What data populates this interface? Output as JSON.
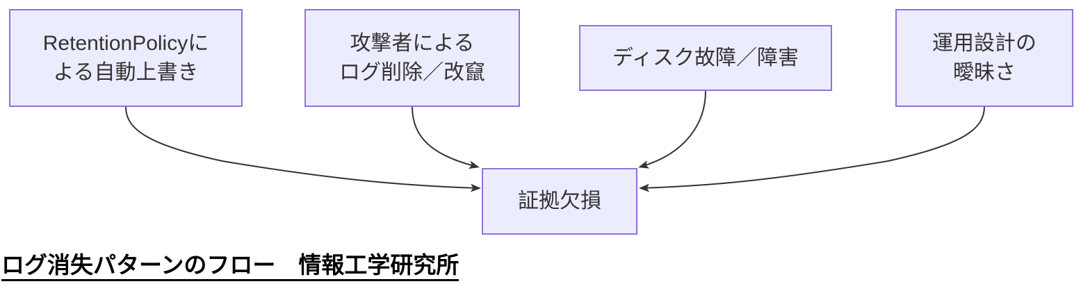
{
  "diagram": {
    "type": "flowchart",
    "direction": "top-down",
    "nodes": [
      {
        "id": "A",
        "label": "RetentionPolicyに\nよる自動上書き"
      },
      {
        "id": "B",
        "label": "攻撃者による\nログ削除／改竄"
      },
      {
        "id": "C",
        "label": "ディスク故障／障害"
      },
      {
        "id": "D",
        "label": "運用設計の\n曖昧さ"
      },
      {
        "id": "E",
        "label": "証拠欠損"
      }
    ],
    "edges": [
      {
        "from": "A",
        "to": "E"
      },
      {
        "from": "B",
        "to": "E"
      },
      {
        "from": "C",
        "to": "E"
      },
      {
        "from": "D",
        "to": "E"
      }
    ],
    "colors": {
      "node_fill": "#ECECFF",
      "node_border": "#9370DB",
      "edge_line": "#333333",
      "node_text": "#333333",
      "caption_text": "#000000"
    }
  },
  "caption": {
    "text": "ログ消失パターンのフロー　情報工学研究所"
  }
}
